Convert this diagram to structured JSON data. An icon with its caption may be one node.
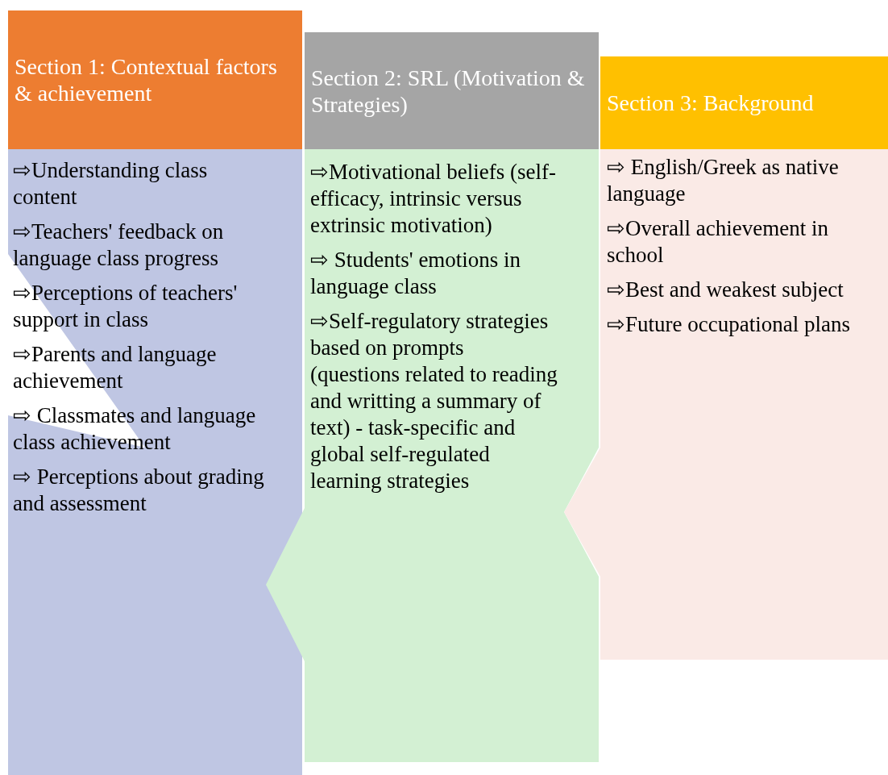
{
  "diagram": {
    "nodes": [
      {
        "text": [
          "Section 1: Contextual factors & achievement"
        ]
      },
      {
        "text": [
          "⇨Understanding class content",
          "⇨Teachers' feedback on language class progress",
          "⇨Perceptions of teachers' support in class",
          "⇨Parents and language achievement",
          "⇨ Classmates and language class achievement",
          "⇨ Perceptions about grading and assessment"
        ]
      },
      {
        "text": [
          "Section 2: SRL (Motivation & Strategies)"
        ]
      },
      {
        "text": [
          "⇨Motivational beliefs (self-efficacy, intrinsic versus extrinsic motivation)",
          "⇨ Students' emotions in language class",
          "⇨Self-regulatory strategies based on prompts (questions related to reading and writting a summary of text) - task-specific and global self-regulated learning strategies"
        ]
      },
      {
        "text": [
          "Section 3: Background"
        ]
      },
      {
        "text": [
          "⇨ English/Greek as native language",
          "⇨Overall achievement in school",
          "⇨Best and weakest subject",
          "⇨Future occupational plans"
        ]
      }
    ]
  }
}
